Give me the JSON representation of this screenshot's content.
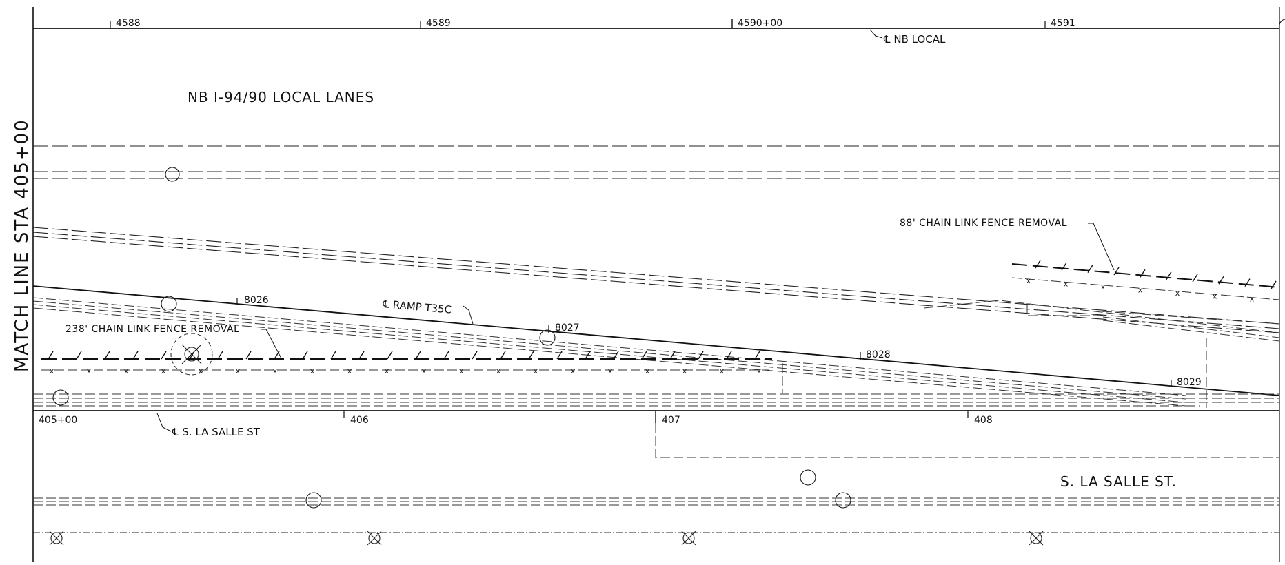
{
  "match_line": "MATCH LINE STA 405+00",
  "top_stations": [
    "4588",
    "4589",
    "4590+00",
    "4591"
  ],
  "bottom_stations": [
    "405+00",
    "406",
    "407",
    "408"
  ],
  "ramp_stations": [
    "8026",
    "8027",
    "8028",
    "8029"
  ],
  "labels": {
    "nb_local_cl": "℄ NB LOCAL",
    "nb_local_lanes": "NB I-94/90 LOCAL LANES",
    "ramp_cl": "℄ RAMP T35C",
    "fence_238": "238' CHAIN LINK FENCE REMOVAL",
    "fence_88": "88' CHAIN LINK FENCE REMOVAL",
    "lasalle_cl": "℄ S. LA SALLE ST",
    "lasalle_street": "S. LA SALLE ST."
  }
}
